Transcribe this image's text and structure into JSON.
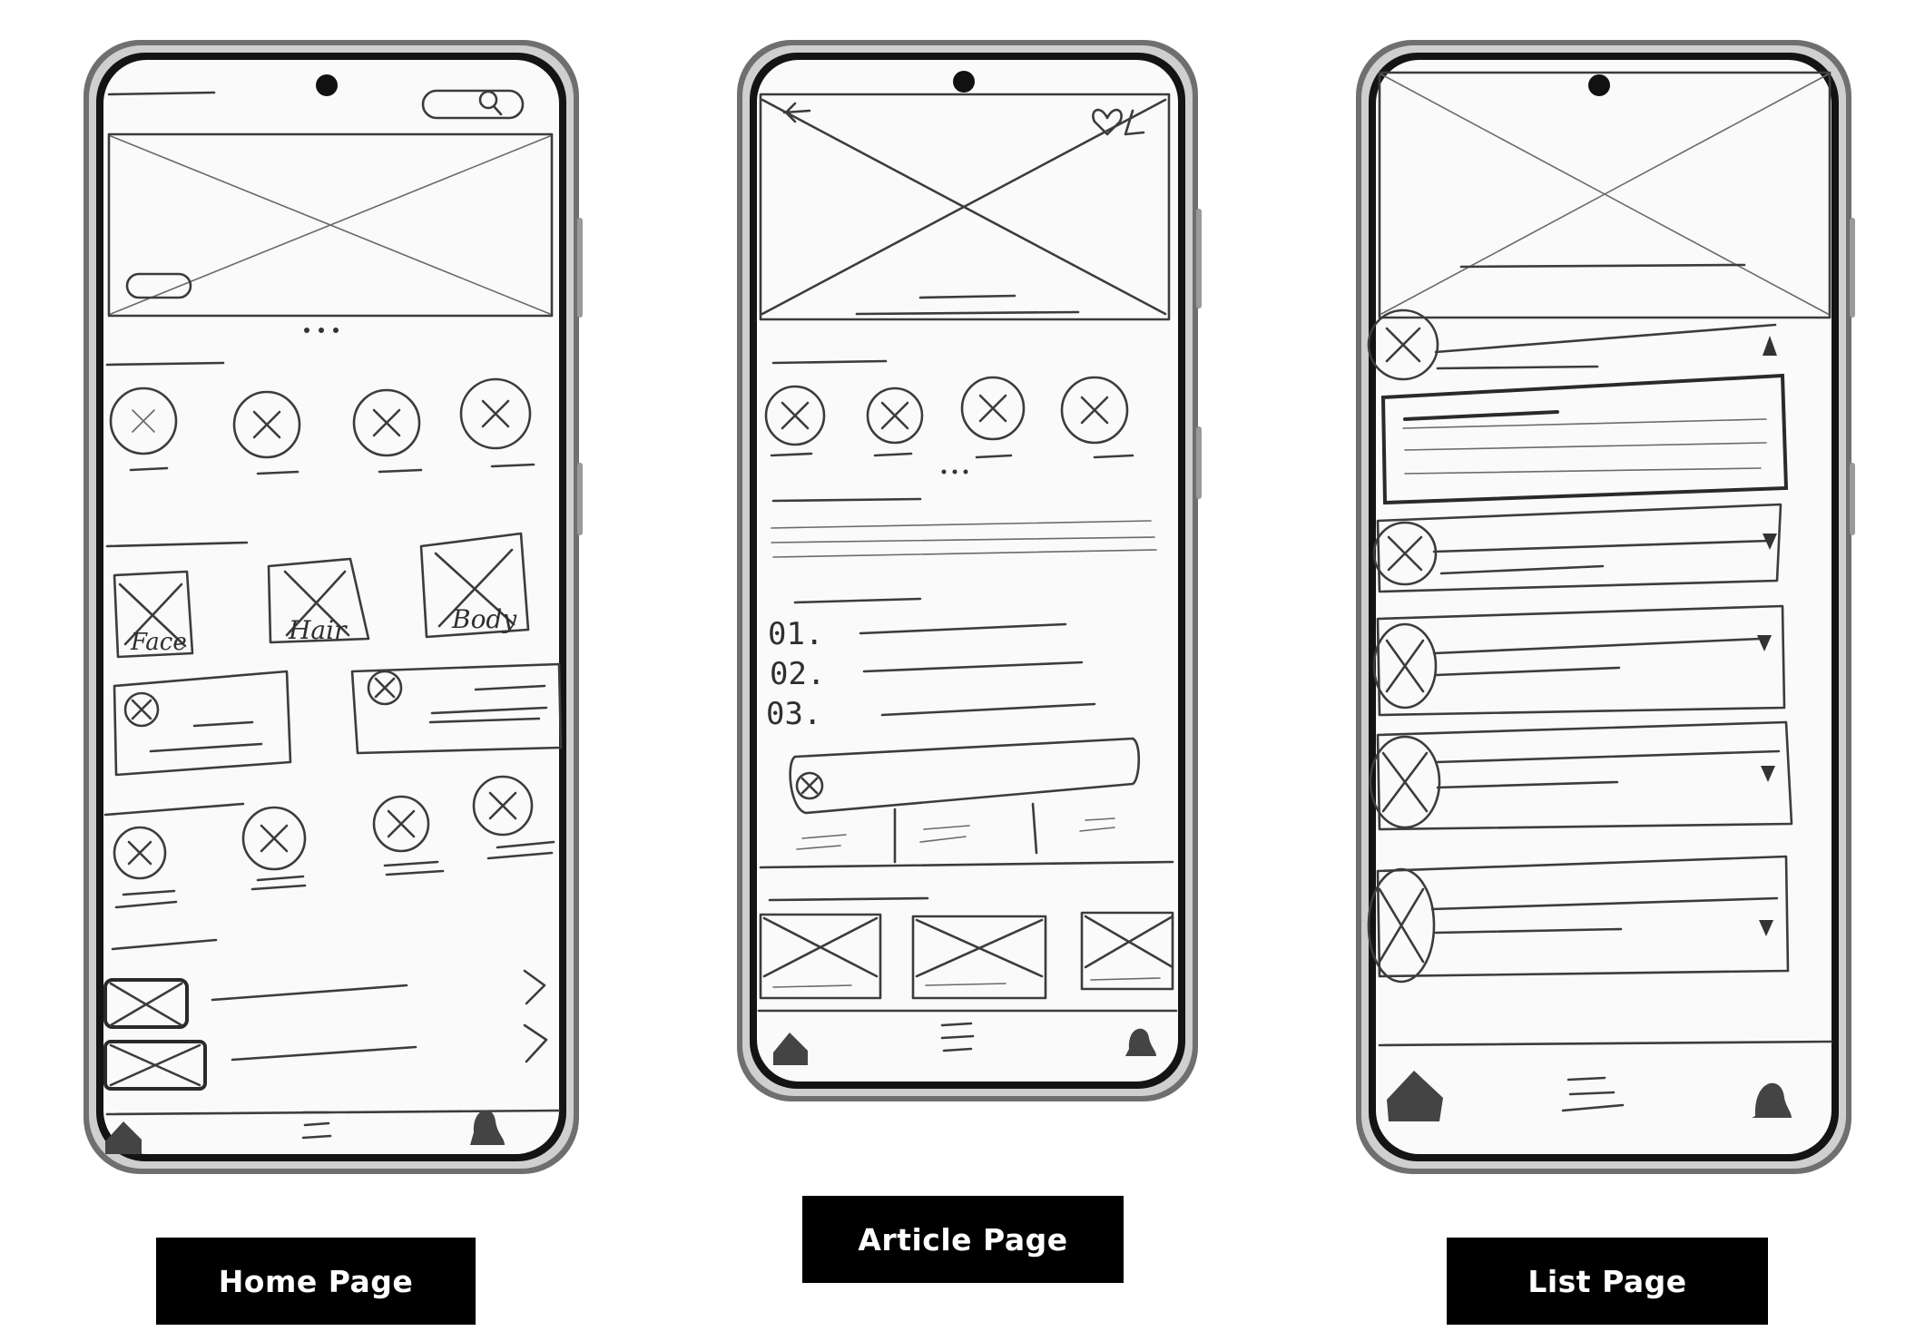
{
  "pages": [
    {
      "caption": "Home Page",
      "categories": [
        "Face",
        "Hair",
        "Body"
      ]
    },
    {
      "caption": "Article Page",
      "steps": [
        "01.",
        "02.",
        "03."
      ]
    },
    {
      "caption": "List Page"
    }
  ]
}
